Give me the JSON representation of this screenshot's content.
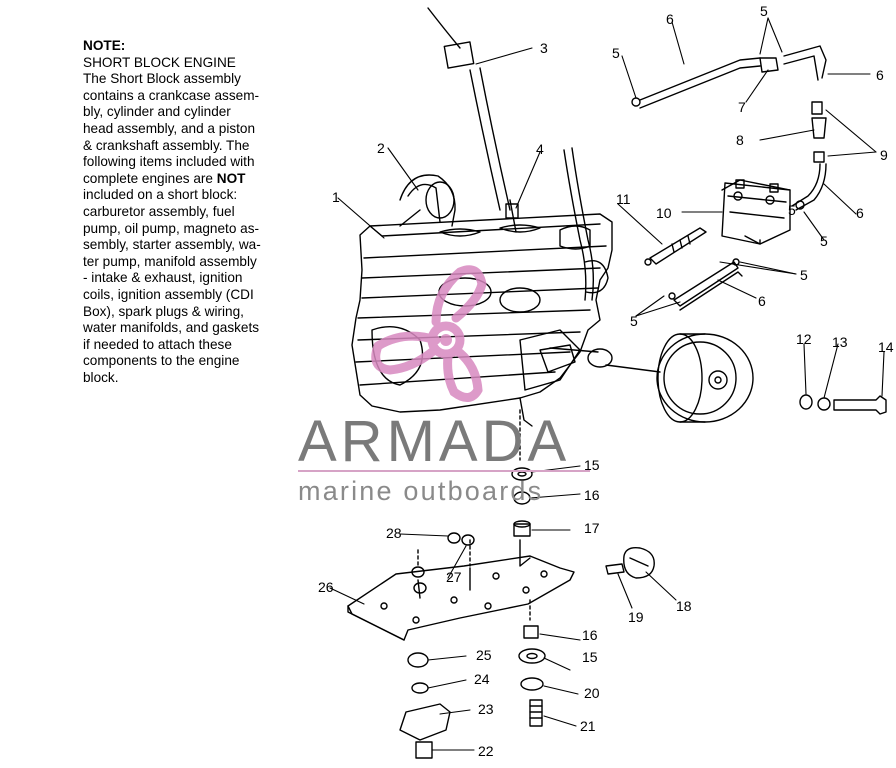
{
  "note": {
    "title": "NOTE:",
    "lines": [
      "SHORT BLOCK ENGINE",
      "The Short Block assembly",
      "contains a crankcase assem-",
      "bly, cylinder and cylinder",
      "head assembly, and a piston",
      "& crankshaft assembly.  The",
      "following items included with",
      "complete engines are ",
      "included on a short block:",
      "carburetor assembly, fuel",
      "pump, oil pump, magneto as-",
      "sembly, starter assembly, wa-",
      "ter pump, manifold assembly",
      "- intake & exhaust, ignition",
      "coils, ignition assembly (CDI",
      "Box), spark plugs & wiring,",
      "water manifolds, and gaskets",
      "if needed to attach these",
      "components to the engine",
      "block."
    ],
    "emphasis": "NOT"
  },
  "watermark": {
    "brand": "ARMADA",
    "tagline": "marine outboards",
    "logo_color": "#d889c0",
    "text_color": "#7a7a7a"
  },
  "part_labels": [
    "1",
    "2",
    "3",
    "4",
    "5",
    "5",
    "5",
    "5",
    "5",
    "5",
    "6",
    "6",
    "6",
    "6",
    "7",
    "8",
    "9",
    "10",
    "11",
    "12",
    "13",
    "14",
    "15",
    "15",
    "16",
    "16",
    "17",
    "18",
    "19",
    "20",
    "21",
    "22",
    "23",
    "24",
    "25",
    "26",
    "27",
    "28"
  ]
}
